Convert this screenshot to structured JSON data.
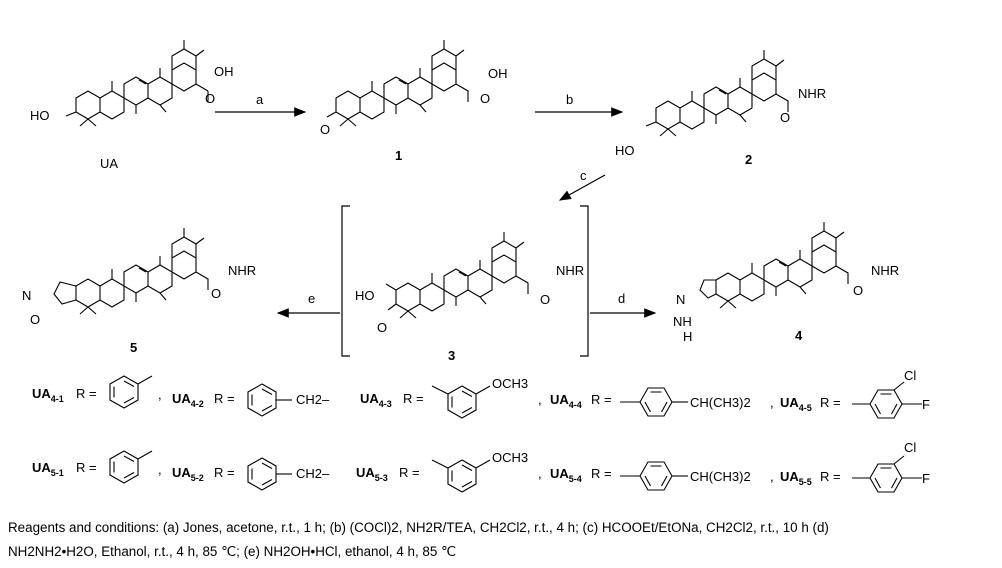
{
  "compounds": {
    "UA": {
      "label": "UA",
      "hydroxyl": "HO",
      "acid": "OH"
    },
    "c1": {
      "label": "1",
      "acid": "OH"
    },
    "c2": {
      "label": "2",
      "hydroxyl": "HO",
      "amide": "NHR"
    },
    "c3": {
      "label": "3",
      "enol": "HO",
      "amide": "NHR"
    },
    "c4": {
      "label": "4",
      "pyrazole_n": "N",
      "pyrazole_nh": "NH",
      "pyrazole_h": "H",
      "amide": "NHR"
    },
    "c5": {
      "label": "5",
      "isoxazole_n": "N",
      "isoxazole_o": "O",
      "amide": "NHR"
    }
  },
  "arrows": {
    "a": "a",
    "b": "b",
    "c": "c",
    "d": "d",
    "e": "e"
  },
  "substituents": {
    "row1": [
      {
        "code": "UA",
        "sub": "4-1",
        "eq": "R ="
      },
      {
        "code": "UA",
        "sub": "4-2",
        "eq": "R =",
        "tail": "CH2–"
      },
      {
        "code": "UA",
        "sub": "4-3",
        "eq": "R =",
        "group": "OCH3"
      },
      {
        "code": "UA",
        "sub": "4-4",
        "eq": "R =",
        "group": "CH(CH3)2"
      },
      {
        "code": "UA",
        "sub": "4-5",
        "eq": "R =",
        "cl": "Cl",
        "f": "F"
      }
    ],
    "row2": [
      {
        "code": "UA",
        "sub": "5-1",
        "eq": "R ="
      },
      {
        "code": "UA",
        "sub": "5-2",
        "eq": "R =",
        "tail": "CH2–"
      },
      {
        "code": "UA",
        "sub": "5-3",
        "eq": "R =",
        "group": "OCH3"
      },
      {
        "code": "UA",
        "sub": "5-4",
        "eq": "R =",
        "group": "CH(CH3)2"
      },
      {
        "code": "UA",
        "sub": "5-5",
        "eq": "R =",
        "cl": "Cl",
        "f": "F"
      }
    ]
  },
  "conditions": {
    "line1": "Reagents and conditions: (a) Jones, acetone, r.t., 1 h; (b) (COCl)2, NH2R/TEA, CH2Cl2, r.t., 4 h; (c) HCOOEt/EtONa, CH2Cl2, r.t., 10 h (d)",
    "line2": "NH2NH2•H2O, Ethanol, r.t., 4 h, 85 ℃; (e) NH2OH•HCl, ethanol, 4 h, 85 ℃"
  }
}
